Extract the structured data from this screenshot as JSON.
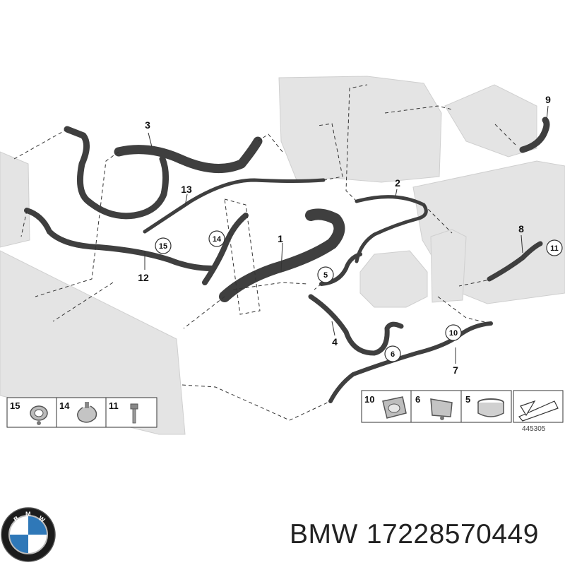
{
  "diagram": {
    "callouts": {
      "c1": "1",
      "c2": "2",
      "c3": "3",
      "c4": "4",
      "c7": "7",
      "c8": "8",
      "c9": "9",
      "c12": "12",
      "c13": "13",
      "c5": "5",
      "c6": "6",
      "c10": "10",
      "c11": "11",
      "c14": "14",
      "c15": "15"
    },
    "legend_left": {
      "p15": "15",
      "p14": "14",
      "p11": "11"
    },
    "legend_right": {
      "p10": "10",
      "p6": "6",
      "p5": "5"
    },
    "reference": "445305"
  },
  "brand": {
    "name": "BMW",
    "part_number": "17228570449"
  },
  "colors": {
    "hose": "#3f3f3f",
    "ghost": "#dcdcdc",
    "line": "#333333"
  }
}
